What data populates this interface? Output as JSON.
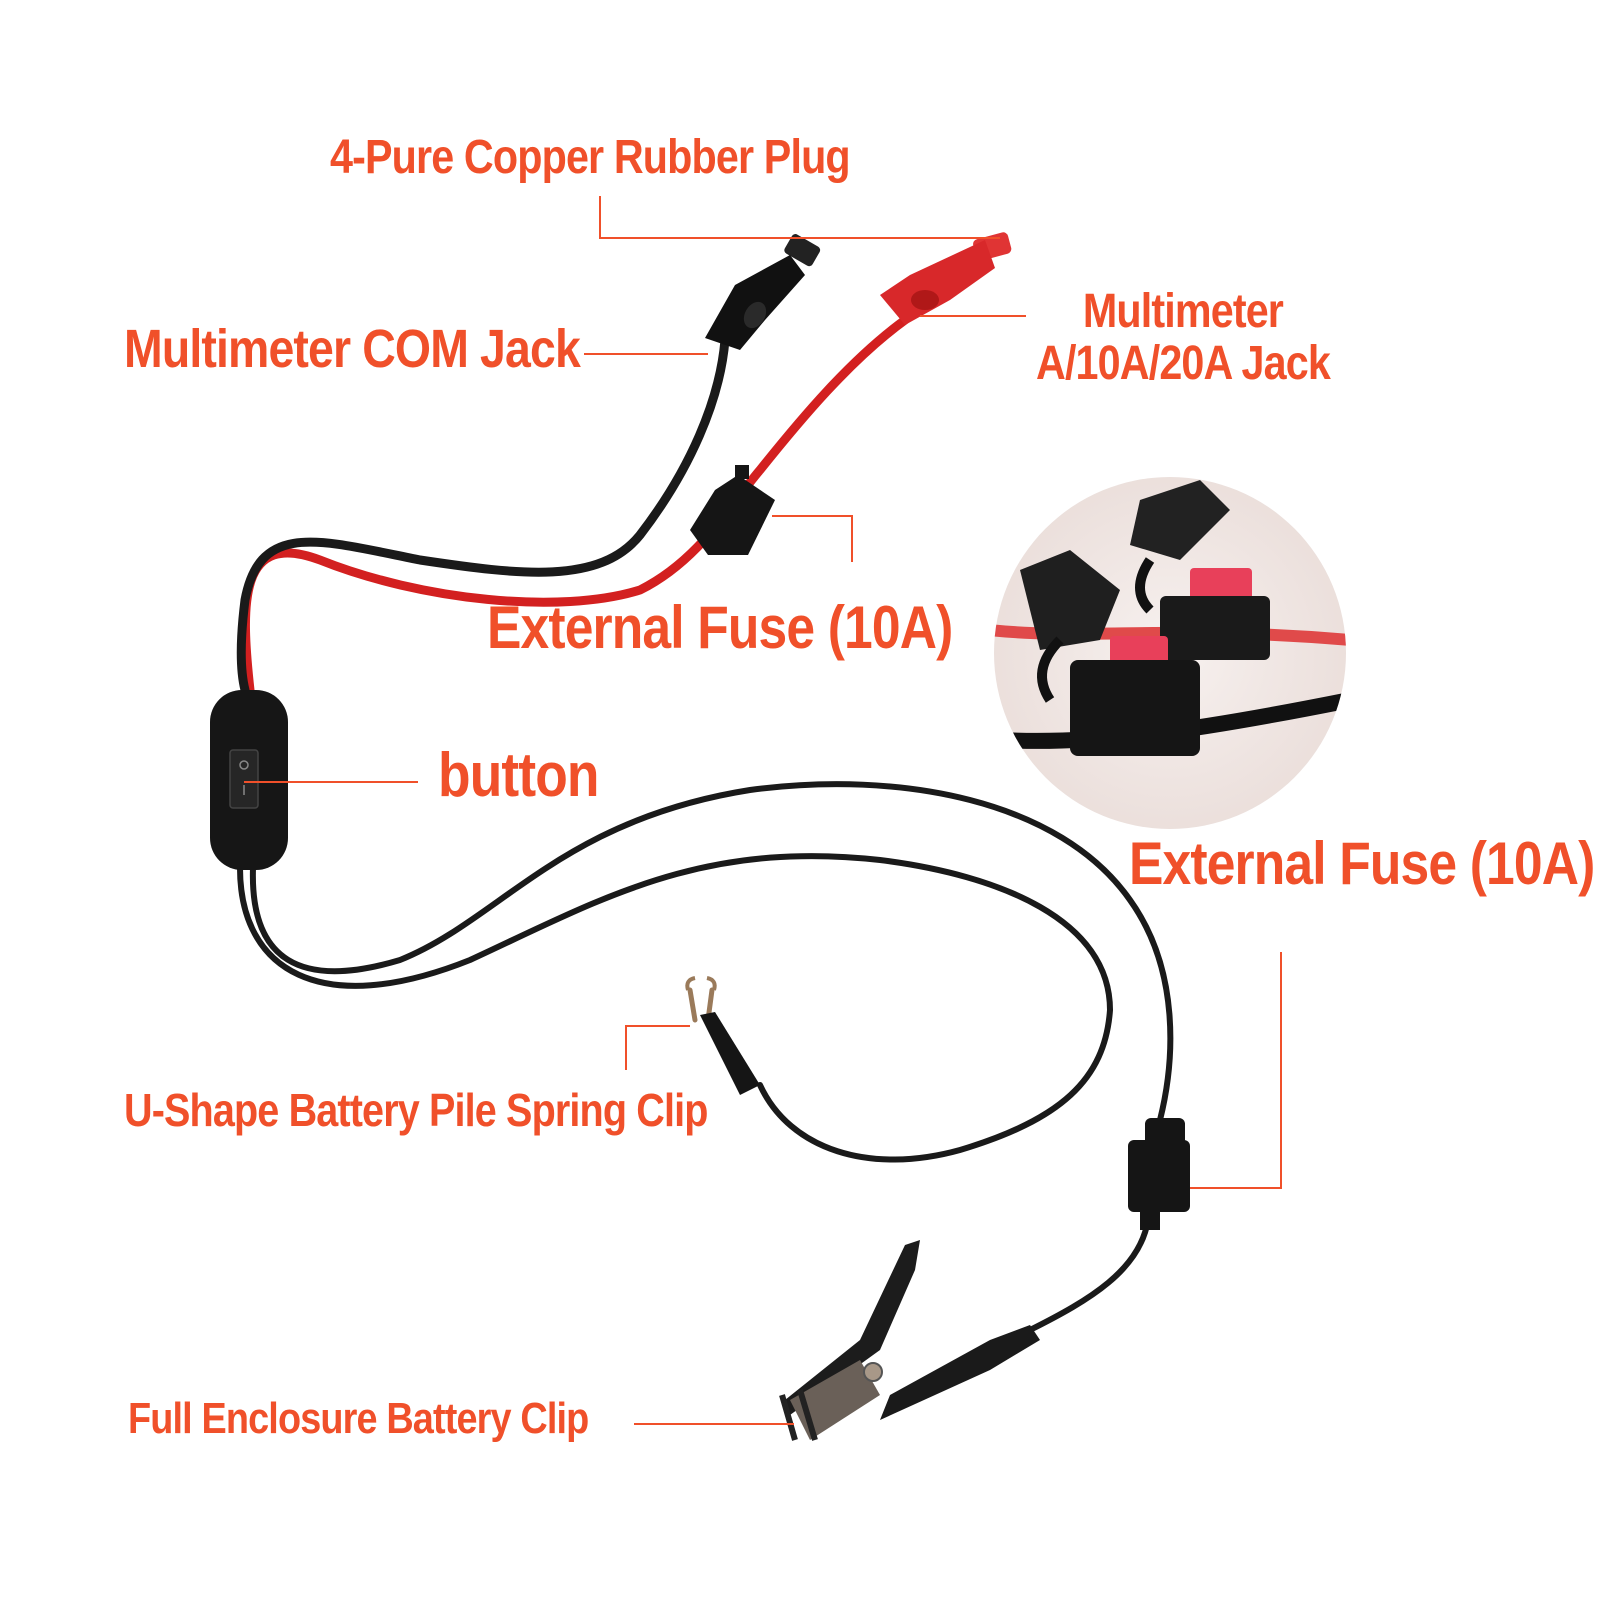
{
  "labels": {
    "rubber_plug": "4-Pure Copper Rubber Plug",
    "com_jack": "Multimeter COM Jack",
    "meter_jack_line1": "Multimeter",
    "meter_jack_line2": "A/10A/20A Jack",
    "fuse_top": "External Fuse (10A)",
    "button": "button",
    "fuse_bottom": "External Fuse (10A)",
    "u_shape_clip": "U-Shape Battery Pile Spring Clip",
    "battery_clip": "Full Enclosure Battery Clip"
  },
  "colors": {
    "label": "#f0502a",
    "wire_black": "#1a1a1a",
    "wire_red": "#d32020",
    "plug_red": "#d8282a",
    "fuse_pink": "#e8405a"
  }
}
